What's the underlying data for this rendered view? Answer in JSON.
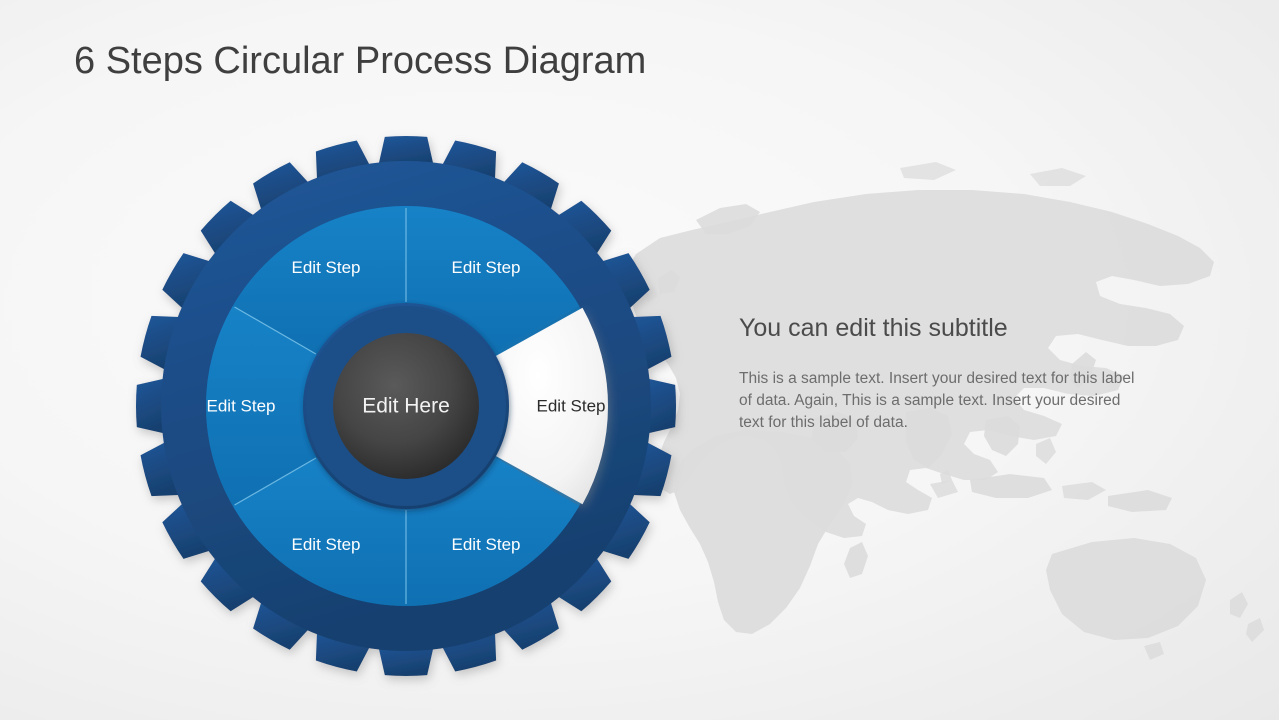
{
  "slide": {
    "title": "6 Steps Circular Process Diagram",
    "background_color": "#f0f0f0",
    "map_color": "#dcdcdc"
  },
  "text_block": {
    "subtitle": "You can edit this subtitle",
    "body": "This is a sample text. Insert your desired text for this label of data. Again, This is a sample text. Insert your desired text for this label of data."
  },
  "diagram": {
    "type": "circular-process-gear",
    "step_count": 6,
    "hub_label": "Edit Here",
    "colors": {
      "gear_teeth": "#1b4c86",
      "gear_ring": "#1b4c86",
      "segment": "#1179be",
      "segment_highlight": "#f2f2f2",
      "divider": "#7cc4ea",
      "hub_ring": "#1c4e87",
      "hub_fill": "#3a3a3a",
      "label_light": "#ffffff",
      "label_dark": "#2b2b2b"
    },
    "steps": [
      {
        "id": "step-1",
        "label": "Edit Step",
        "position": "top-right",
        "highlighted": false
      },
      {
        "id": "step-2",
        "label": "Edit Step",
        "position": "right",
        "highlighted": true
      },
      {
        "id": "step-3",
        "label": "Edit Step",
        "position": "bottom-right",
        "highlighted": false
      },
      {
        "id": "step-4",
        "label": "Edit Step",
        "position": "bottom-left",
        "highlighted": false
      },
      {
        "id": "step-5",
        "label": "Edit Step",
        "position": "left",
        "highlighted": false
      },
      {
        "id": "step-6",
        "label": "Edit Step",
        "position": "top-left",
        "highlighted": false
      }
    ]
  }
}
